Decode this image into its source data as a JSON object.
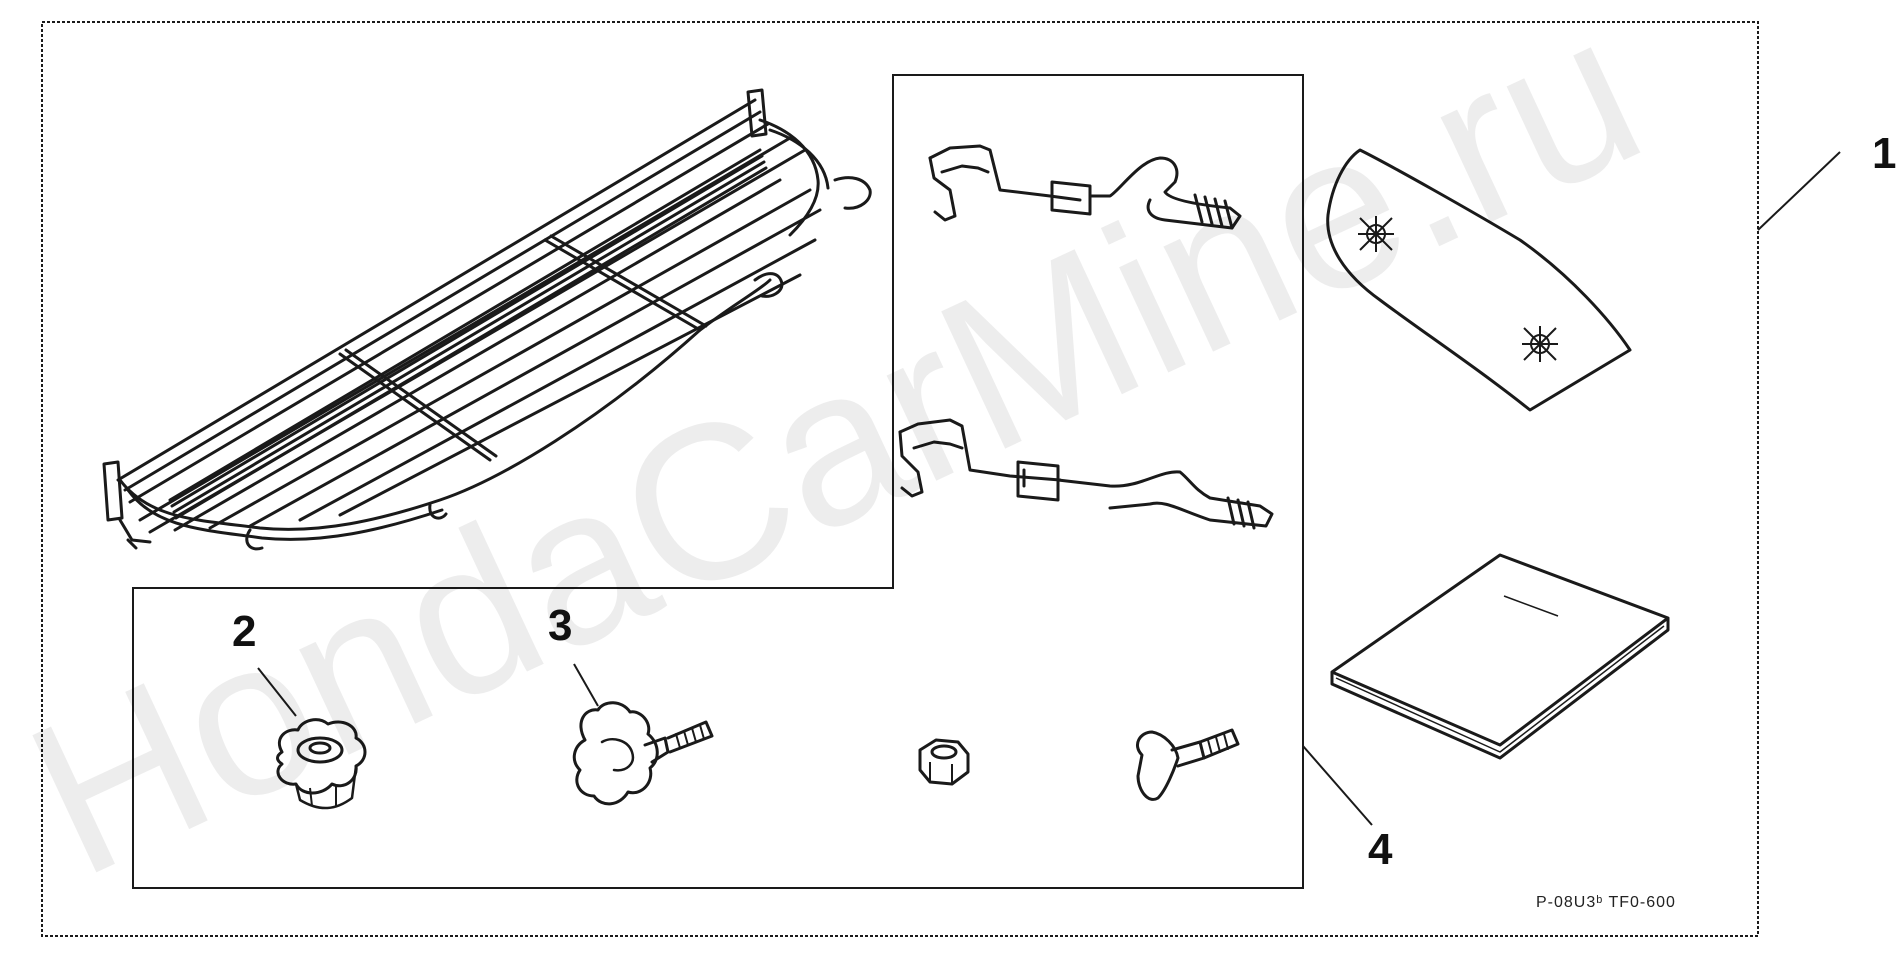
{
  "callouts": {
    "c1": "1",
    "c2": "2",
    "c3": "3",
    "c4": "4"
  },
  "part_code": "P-08U3ᵇ TF0-600",
  "watermark": "HondaCarMine.ru",
  "colors": {
    "line": "#1a1a1a",
    "watermark": "#e6e6e6",
    "background": "#ffffff"
  },
  "parts": {
    "rack": "wire-rack-icon",
    "bracket_upper": "hook-bracket-icon",
    "bracket_lower": "hook-bracket-icon",
    "template": "mounting-template-icon",
    "manual": "instruction-booklet-icon",
    "knob_nut": "knob-nut-icon",
    "knob_bolt": "knob-bolt-icon",
    "hex_nut": "hex-nut-icon",
    "thumb_bolt": "thumb-bolt-icon"
  }
}
